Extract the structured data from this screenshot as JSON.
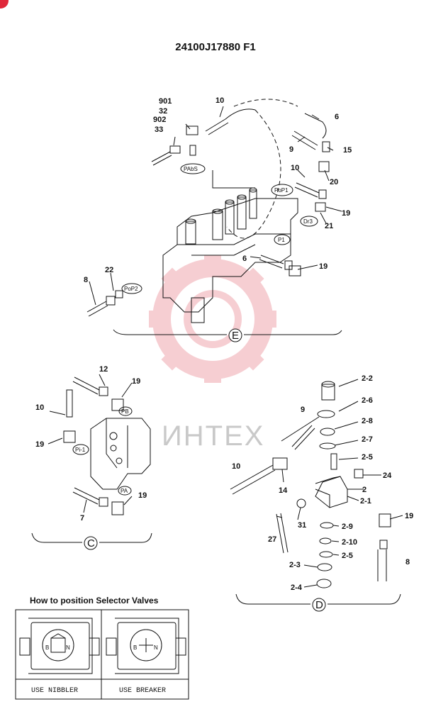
{
  "title": "24100J17880 F1",
  "watermark": {
    "text": "ИНТЕХ",
    "color": "#c8c8c8",
    "logo_color": "#f3b6bb"
  },
  "views": [
    {
      "id": "E",
      "label": "E"
    },
    {
      "id": "C",
      "label": "C"
    },
    {
      "id": "D",
      "label": "D"
    }
  ],
  "view_e": {
    "parts": [
      "901",
      "32",
      "10",
      "902",
      "33",
      "6",
      "9",
      "15",
      "10",
      "20",
      "19",
      "21",
      "6",
      "19",
      "8",
      "22"
    ],
    "ports": [
      "PAbS",
      "PoP1",
      "Dr3",
      "P1",
      "PoP2"
    ]
  },
  "view_c": {
    "parts": [
      "12",
      "19",
      "10",
      "19",
      "19",
      "7"
    ],
    "ports": [
      "PB",
      "Pi-1",
      "PA"
    ]
  },
  "view_d": {
    "parts": [
      "2-2",
      "2-6",
      "9",
      "2-8",
      "2-7",
      "2-5",
      "24",
      "10",
      "14",
      "2",
      "2-1",
      "19",
      "31",
      "2-9",
      "27",
      "2-10",
      "2-5",
      "8",
      "2-3",
      "2-4"
    ]
  },
  "selector": {
    "heading": "How to position Selector Valves",
    "left_caption": "USE NIBBLER",
    "right_caption": "USE BREAKER",
    "left_marks": [
      "B",
      "N"
    ],
    "right_marks": [
      "B",
      "N"
    ]
  },
  "colors": {
    "ink": "#111111",
    "badge": "#e0283a"
  }
}
